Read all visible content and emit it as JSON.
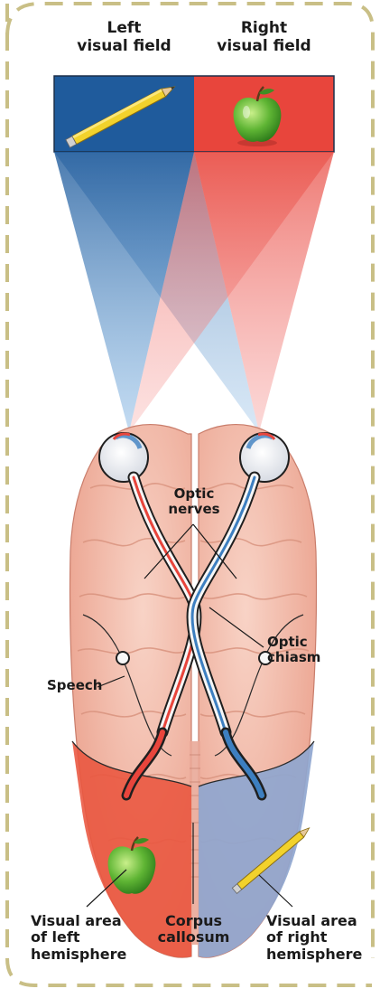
{
  "labels": {
    "left_field": "Left\nvisual field",
    "right_field": "Right\nvisual field",
    "optic_nerves": "Optic\nnerves",
    "optic_chiasm": "Optic\nchiasm",
    "speech": "Speech",
    "visual_left": "Visual area\nof left\nhemisphere",
    "corpus": "Corpus\ncallosum",
    "visual_right": "Visual area\nof right\nhemisphere"
  },
  "field_objects": {
    "left": "pencil",
    "right": "apple"
  },
  "colors": {
    "left_field": "#1f5b9c",
    "right_field": "#e8453c",
    "blue_beam": "#3d7fc0",
    "red_beam": "#ef6a66",
    "border": "#c9bf86",
    "brain": "#f2b5a2",
    "brain_dark": "#e49a86",
    "left_visual_area": "#e9553f",
    "right_visual_area": "#8fa6cf",
    "pencil": "#f2d22c",
    "apple": "#5fb534"
  }
}
